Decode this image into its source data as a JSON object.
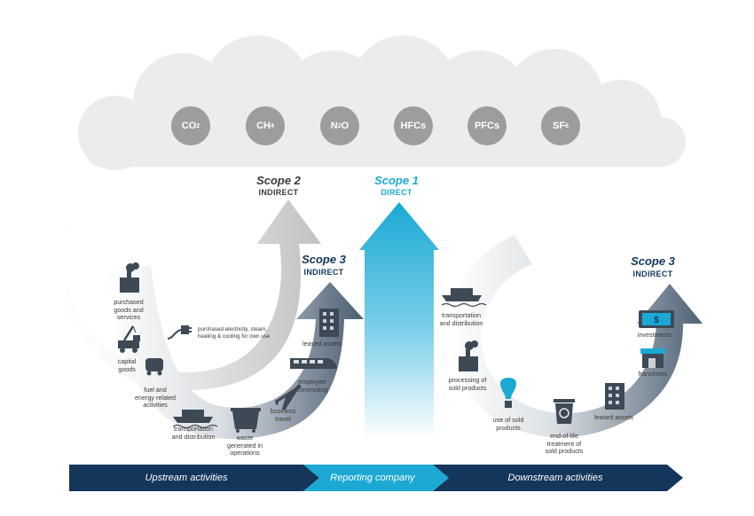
{
  "gases": [
    {
      "base": "CO",
      "sub": "2"
    },
    {
      "base": "CH",
      "sub": "4"
    },
    {
      "base": "N",
      "sub": "2",
      "tail": "O"
    },
    {
      "base": "HFCs",
      "sub": ""
    },
    {
      "base": "PFCs",
      "sub": ""
    },
    {
      "base": "SF",
      "sub": "6"
    }
  ],
  "scopes": {
    "scope2": {
      "title": "Scope 2",
      "subtitle": "INDIRECT"
    },
    "scope1": {
      "title": "Scope 1",
      "subtitle": "DIRECT"
    },
    "scope3_up": {
      "title": "Scope 3",
      "subtitle": "INDIRECT"
    },
    "scope3_down": {
      "title": "Scope 3",
      "subtitle": "INDIRECT"
    }
  },
  "upstream_items": {
    "purchased_goods": "purchased\ngoods and\nservices",
    "capital_goods": "capital\ngoods",
    "fuel_energy": "fuel and\nenergy related\nactivities",
    "transport_up": "transportation\nand distribution",
    "waste": "waste\ngenerated in\noperations",
    "business_travel": "business\ntravel",
    "employee_commuting": "employee\ncommuting",
    "leased_assets_up": "leased assets",
    "purchased_electricity": "purchased electricity, steam,\nheating & cooling for own use"
  },
  "downstream_items": {
    "transport_down": "transportation\nand distribution",
    "processing": "processing of\nsold products",
    "use_sold": "use of sold\nproducts",
    "end_of_life": "end-of-life\ntreatment of\nsold products",
    "leased_assets_down": "leased assets",
    "franchises": "franchises",
    "investments": "investments"
  },
  "bar": {
    "upstream": "Upstream activities",
    "reporting": "Reporting company",
    "downstream": "Downstream activities"
  },
  "colors": {
    "navy": "#14365a",
    "cyan": "#1ba9d4",
    "gas_gray": "#9d9d9d",
    "cloud": "#ececec",
    "arrow_gray": "#c9c9c9",
    "icon": "#3d4a56"
  }
}
